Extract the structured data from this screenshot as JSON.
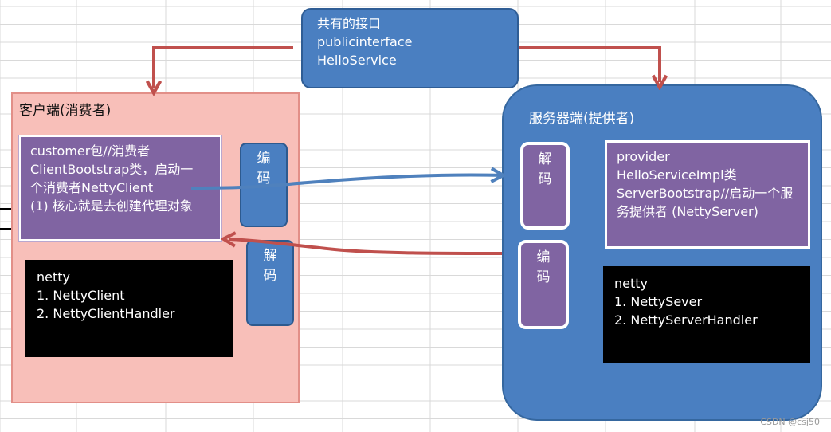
{
  "interface_box": {
    "line1": "共有的接口",
    "line2": "publicinterface",
    "line3": "HelloService"
  },
  "client": {
    "title": "客户端(消费者)",
    "main": {
      "line1": "customer包//消费者",
      "line2": "ClientBootstrap类，启动一",
      "line3": "个消费者NettyClient",
      "line4": "(1) 核心就是去创建代理对象"
    },
    "netty": {
      "line1": "netty",
      "line2": "1. NettyClient",
      "line3": "2. NettyClientHandler"
    },
    "encode": "编\n码",
    "decode": "解\n码"
  },
  "server": {
    "title": "服务器端(提供者)",
    "main": {
      "line1": "provider",
      "line2": "HelloServiceImpl类",
      "line3": "ServerBootstrap//启动一个服",
      "line4": "务提供者 (NettyServer)"
    },
    "netty": {
      "line1": "netty",
      "line2": "1. NettySever",
      "line3": "2. NettyServerHandler"
    },
    "decode": "解\n码",
    "encode": "编\n码"
  },
  "colors": {
    "blue_box": "#4a7fc1",
    "purple_box": "#8064a2",
    "client_bg": "#f8bfb9",
    "red_arrow": "#c0504d",
    "blue_arrow": "#4f81bd"
  },
  "watermark": "CSDN @csj50"
}
